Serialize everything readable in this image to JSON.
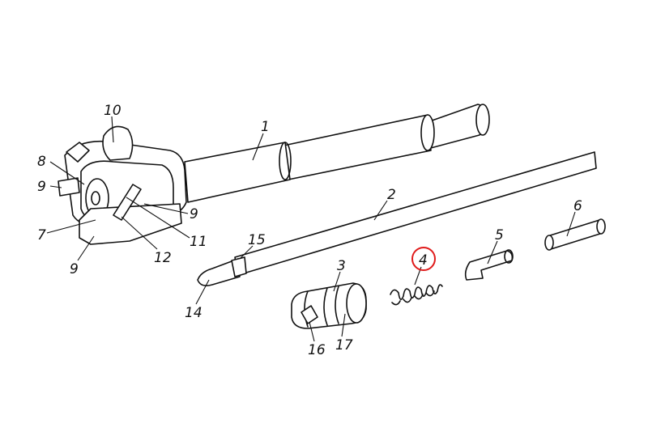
{
  "callouts": {
    "c1": "1",
    "c2": "2",
    "c3": "3",
    "c4": "4",
    "c5": "5",
    "c6": "6",
    "c7": "7",
    "c8": "8",
    "c9a": "9",
    "c9b": "9",
    "c9c": "9",
    "c10": "10",
    "c11": "11",
    "c12": "12",
    "c14": "14",
    "c15": "15",
    "c16": "16",
    "c17": "17"
  },
  "highlight": {
    "target": "4",
    "color": "#e01b1b"
  },
  "ink_color": "#111111"
}
